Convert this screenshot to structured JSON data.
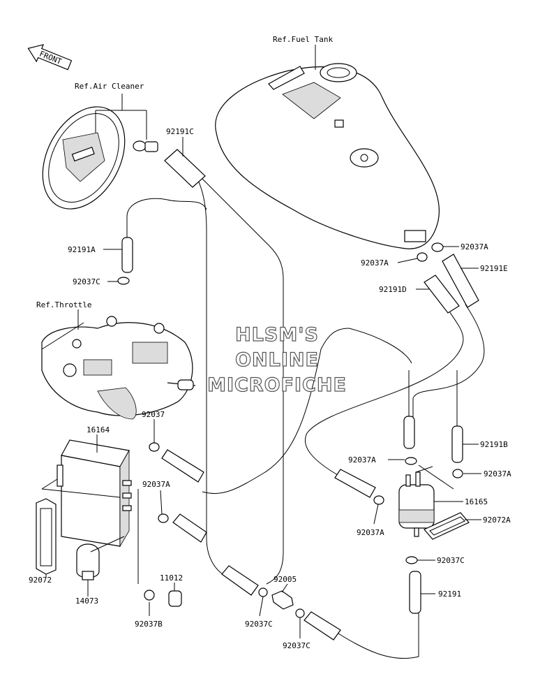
{
  "front_badge": "FRONT",
  "refs": {
    "air_cleaner": "Ref.Air Cleaner",
    "fuel_tank": "Ref.Fuel Tank",
    "throttle": "Ref.Throttle"
  },
  "watermark": [
    "HLSM'S",
    "ONLINE",
    "MICROFICHE"
  ],
  "part_labels": {
    "p92191C": "92191C",
    "p92191A": "92191A",
    "p92037C_top": "92037C",
    "p92037A_right1": "92037A",
    "p92037A_right2": "92037A",
    "p92191E": "92191E",
    "p92191D": "92191D",
    "p92037": "92037",
    "p16164": "16164",
    "p92037A_left": "92037A",
    "p92191B": "92191B",
    "p92037A_mid": "92037A",
    "p92037A_filter_r": "92037A",
    "p16165": "16165",
    "p92072A": "92072A",
    "p92037A_filter_l": "92037A",
    "p92037C_filter": "92037C",
    "p92072": "92072",
    "p14073": "14073",
    "p11012": "11012",
    "p92005": "92005",
    "p92037B": "92037B",
    "p92037C_bottom1": "92037C",
    "p92037C_bottom2": "92037C",
    "p92191": "92191"
  }
}
